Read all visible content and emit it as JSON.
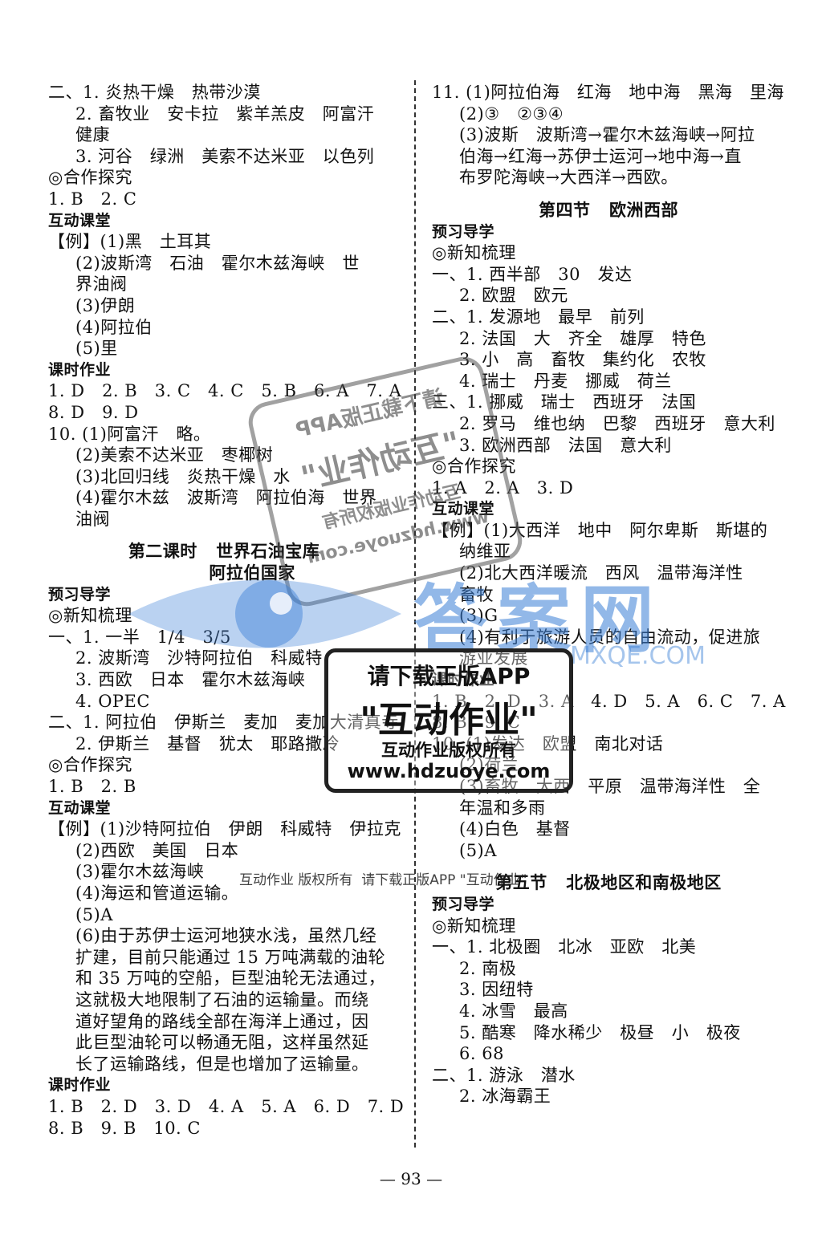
{
  "left": [
    {
      "t": "二、1. 炎热干燥   热带沙漠",
      "c": "i0"
    },
    {
      "t": "2. 畜牧业   安卡拉   紫羊羔皮   阿富汗",
      "c": "i1"
    },
    {
      "t": "健康",
      "c": "i1"
    },
    {
      "t": "3. 河谷   绿洲   美索不达米亚   以色列",
      "c": "i1"
    },
    {
      "t": "◎合作探究",
      "c": "i0"
    },
    {
      "t": "1. B   2. C",
      "c": "i0"
    },
    {
      "t": "互动课堂",
      "c": "i0 hd"
    },
    {
      "t": "【例】(1)黑   土耳其",
      "c": "i0"
    },
    {
      "t": "(2)波斯湾   石油   霍尔木兹海峡   世",
      "c": "i1"
    },
    {
      "t": "界油阀",
      "c": "i1"
    },
    {
      "t": "(3)伊朗",
      "c": "i1"
    },
    {
      "t": "(4)阿拉伯",
      "c": "i1"
    },
    {
      "t": "(5)里",
      "c": "i1"
    },
    {
      "t": "课时作业",
      "c": "i0 hd"
    },
    {
      "t": "1. D   2. B   3. C   4. C   5. B   6. A   7. A",
      "c": "i0"
    },
    {
      "t": "8. D   9. D",
      "c": "i0"
    },
    {
      "t": "10. (1)阿富汗   略。",
      "c": "i0"
    },
    {
      "t": "(2)美索不达米亚   枣椰树",
      "c": "i1"
    },
    {
      "t": "(3)北回归线   炎热干燥   水",
      "c": "i1"
    },
    {
      "t": "(4)霍尔木兹   波斯湾   阿拉伯海   世界",
      "c": "i1"
    },
    {
      "t": "油阀",
      "c": "i1"
    },
    {
      "t": "",
      "c": "gap"
    },
    {
      "t": "第二课时   世界石油宝库",
      "c": "ttl"
    },
    {
      "t": "         阿拉伯国家",
      "c": "ttl"
    },
    {
      "t": "预习导学",
      "c": "i0 hd"
    },
    {
      "t": "◎新知梳理",
      "c": "i0"
    },
    {
      "t": "一、1. 一半   1/4   3/5",
      "c": "i0"
    },
    {
      "t": "2. 波斯湾   沙特阿拉伯   科威特",
      "c": "i1"
    },
    {
      "t": "3. 西欧   日本   霍尔木兹海峡",
      "c": "i1"
    },
    {
      "t": "4. OPEC",
      "c": "i1"
    },
    {
      "t": "二、1. 阿拉伯   伊斯兰   麦加   麦加大清真寺",
      "c": "i0"
    },
    {
      "t": "2. 伊斯兰   基督   犹太   耶路撒冷",
      "c": "i1"
    },
    {
      "t": "◎合作探究",
      "c": "i0"
    },
    {
      "t": "1. B   2. B",
      "c": "i0"
    },
    {
      "t": "互动课堂",
      "c": "i0 hd"
    },
    {
      "t": "【例】(1)沙特阿拉伯   伊朗   科威特   伊拉克",
      "c": "i0"
    },
    {
      "t": "(2)西欧   美国   日本",
      "c": "i1"
    },
    {
      "t": "(3)霍尔木兹海峡",
      "c": "i1"
    },
    {
      "t": "(4)海运和管道运输。",
      "c": "i1"
    },
    {
      "t": "(5)A",
      "c": "i1"
    },
    {
      "t": "(6)由于苏伊士运河地狭水浅，虽然几经",
      "c": "i1"
    },
    {
      "t": "扩建，目前只能通过 15 万吨满载的油轮",
      "c": "i1"
    },
    {
      "t": "和 35 万吨的空船，巨型油轮无法通过，",
      "c": "i1"
    },
    {
      "t": "这就极大地限制了石油的运输量。而绕",
      "c": "i1"
    },
    {
      "t": "道好望角的路线全部在海洋上通过，因",
      "c": "i1"
    },
    {
      "t": "此巨型油轮可以畅通无阻，这样虽然延",
      "c": "i1"
    },
    {
      "t": "长了运输路线，但是也增加了运输量。",
      "c": "i1"
    },
    {
      "t": "课时作业",
      "c": "i0 hd"
    },
    {
      "t": "1. B   2. D   3. D   4. A   5. A   6. D   7. D",
      "c": "i0"
    },
    {
      "t": "8. B   9. B   10. C",
      "c": "i0"
    }
  ],
  "right": [
    {
      "t": "11. (1)阿拉伯海   红海   地中海   黑海   里海",
      "c": "i0"
    },
    {
      "t": "(2)③   ②③④",
      "c": "i1"
    },
    {
      "t": "(3)波斯   波斯湾→霍尔木兹海峡→阿拉",
      "c": "i1"
    },
    {
      "t": "伯海→红海→苏伊士运河→地中海→直",
      "c": "i1"
    },
    {
      "t": "布罗陀海峡→大西洋→西欧。",
      "c": "i1"
    },
    {
      "t": "",
      "c": "gap"
    },
    {
      "t": "第四节   欧洲西部",
      "c": "ttl"
    },
    {
      "t": "预习导学",
      "c": "i0 hd"
    },
    {
      "t": "◎新知梳理",
      "c": "i0"
    },
    {
      "t": "一、1. 西半部   30   发达",
      "c": "i0"
    },
    {
      "t": "2. 欧盟   欧元",
      "c": "i1"
    },
    {
      "t": "二、1. 发源地   最早   前列",
      "c": "i0"
    },
    {
      "t": "2. 法国   大   齐全   雄厚   特色",
      "c": "i1"
    },
    {
      "t": "3. 小   高   畜牧   集约化   农牧",
      "c": "i1"
    },
    {
      "t": "4. 瑞士   丹麦   挪威   荷兰",
      "c": "i1"
    },
    {
      "t": "三、1. 挪威   瑞士   西班牙   法国",
      "c": "i0"
    },
    {
      "t": "2. 罗马   维也纳   巴黎   西班牙   意大利",
      "c": "i1"
    },
    {
      "t": "3. 欧洲西部   法国   意大利",
      "c": "i1"
    },
    {
      "t": "◎合作探究",
      "c": "i0"
    },
    {
      "t": "1. A   2. A   3. D",
      "c": "i0"
    },
    {
      "t": "互动课堂",
      "c": "i0 hd"
    },
    {
      "t": "【例】(1)大西洋   地中   阿尔卑斯   斯堪的",
      "c": "i0"
    },
    {
      "t": "纳维亚",
      "c": "i1"
    },
    {
      "t": "(2)北大西洋暖流   西风   温带海洋性",
      "c": "i1"
    },
    {
      "t": "畜牧",
      "c": "i1"
    },
    {
      "t": "(3)G",
      "c": "i1"
    },
    {
      "t": "(4)有利于旅游人员的自由流动，促进旅",
      "c": "i1"
    },
    {
      "t": "游业发展",
      "c": "i1"
    },
    {
      "t": "课时作业",
      "c": "i0 hd"
    },
    {
      "t": "1. B   2. D   3. A   4. D   5. A   6. C   7. A",
      "c": "i0"
    },
    {
      "t": "8. B   9. C",
      "c": "i0"
    },
    {
      "t": "10. (1)发达   欧盟   南北对话",
      "c": "i0"
    },
    {
      "t": "(2)荷兰",
      "c": "i1"
    },
    {
      "t": "(3)畜牧   大西   平原   温带海洋性   全",
      "c": "i1"
    },
    {
      "t": "年温和多雨",
      "c": "i1"
    },
    {
      "t": "(4)白色   基督",
      "c": "i1"
    },
    {
      "t": "(5)A",
      "c": "i1"
    },
    {
      "t": "",
      "c": "gap"
    },
    {
      "t": "第五节   北极地区和南极地区",
      "c": "ttl"
    },
    {
      "t": "预习导学",
      "c": "i0 hd"
    },
    {
      "t": "◎新知梳理",
      "c": "i0"
    },
    {
      "t": "一、1. 北极圈   北冰   亚欧   北美",
      "c": "i0"
    },
    {
      "t": "2. 南极",
      "c": "i1"
    },
    {
      "t": "3. 因纽特",
      "c": "i1"
    },
    {
      "t": "4. 冰雪   最高",
      "c": "i1"
    },
    {
      "t": "5. 酷寒   降水稀少   极昼   小   极夜",
      "c": "i1"
    },
    {
      "t": "6. 68",
      "c": "i1"
    },
    {
      "t": "二、1. 游泳   潜水",
      "c": "i0"
    },
    {
      "t": "2. 冰海霸王",
      "c": "i1"
    }
  ],
  "page_number": "— 93 —",
  "watermarks": {
    "stamp_lines": [
      "请下载正版APP",
      "\"互动作业\"",
      "互动作业版权所有",
      "www.hdzuoye.com"
    ],
    "logo_text": "答案网",
    "logo_url": "MXQE.COM",
    "box_lines": [
      "请下载正版APP",
      "\"互动作业\"",
      "互动作业版权所有",
      "www.hdzuoye.com"
    ],
    "footer_line": "互动作业 版权所有  请下载正版APP \"互动作业\"",
    "logo_color": "#3a7fd6"
  }
}
